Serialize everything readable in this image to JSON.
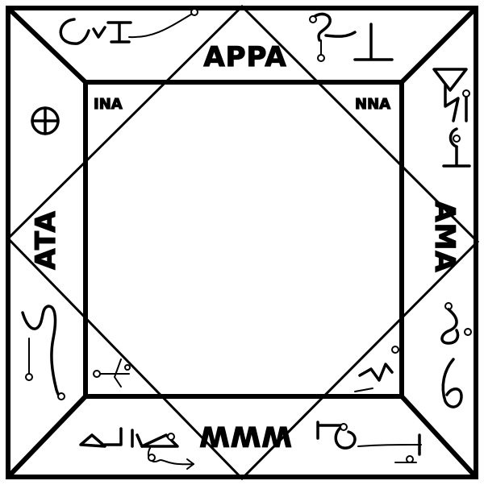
{
  "labels": {
    "top": "APPA",
    "left": "ATA",
    "right": "AMA",
    "bottom": "WWW",
    "corner_top_left": "INA",
    "corner_top_right": "NNA"
  },
  "symbols": {
    "circled_cross": "circled-cross-sigil",
    "top_left": "script-sigil",
    "top_right": "script-sigil",
    "right_upper": "triangle-hook-sigil",
    "right_lower": "curl-sigils",
    "left_lower": "curved-hook-sigil",
    "bottom_left": "triangle-chain-sigil",
    "bottom_right": "bar-chain-sigil",
    "inner_bottom_left": "small-arrow-sigil",
    "inner_bottom_right": "small-zigzag-sigil"
  }
}
